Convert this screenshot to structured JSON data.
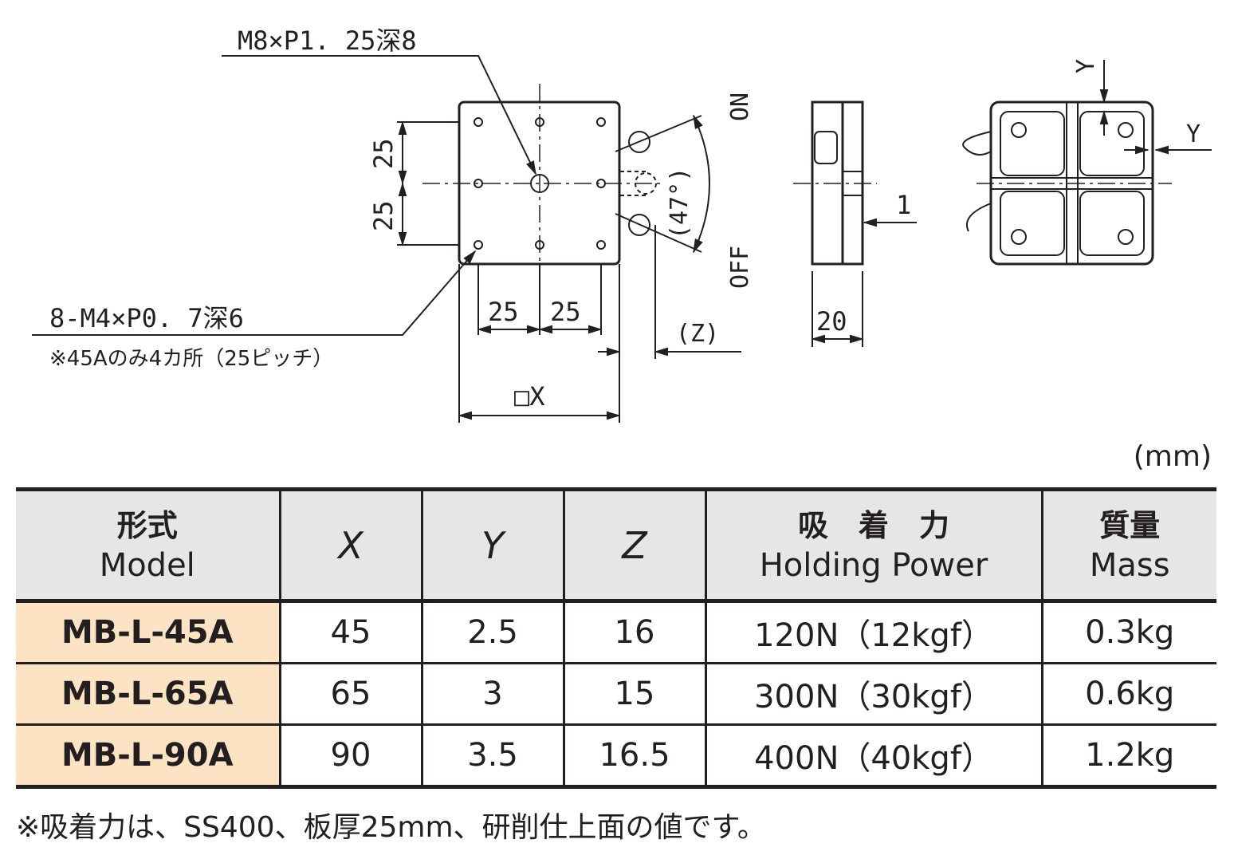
{
  "drawing": {
    "label_center_tap": "M8×P1. 25深8",
    "label_small_taps": "8-M4×P0. 7深6",
    "label_small_taps_note": "※45Aのみ4カ所（25ピッチ）",
    "dim_25_a": "25",
    "dim_25_b": "25",
    "dim_25_c": "25",
    "dim_25_d": "25",
    "dim_x": "□X",
    "dim_z": "(Z)",
    "dim_angle": "(47°)",
    "label_on": "ON",
    "label_off": "OFF",
    "dim_20": "20",
    "dim_1": "1",
    "dim_y_top": "Y",
    "dim_y_right": "Y"
  },
  "unit": "(mm)",
  "table": {
    "headers": {
      "model_jp": "形式",
      "model_en": "Model",
      "x": "X",
      "y": "Y",
      "z": "Z",
      "power_jp": "吸　着　力",
      "power_en": "Holding Power",
      "mass_jp": "質量",
      "mass_en": "Mass"
    },
    "rows": [
      {
        "model": "MB-L-45A",
        "x": "45",
        "y": "2.5",
        "z": "16",
        "power": "120N（12kgf）",
        "mass": "0.3kg"
      },
      {
        "model": "MB-L-65A",
        "x": "65",
        "y": "3",
        "z": "15",
        "power": "300N（30kgf）",
        "mass": "0.6kg"
      },
      {
        "model": "MB-L-90A",
        "x": "90",
        "y": "3.5",
        "z": "16.5",
        "power": "400N（40kgf）",
        "mass": "1.2kg"
      }
    ]
  },
  "note": "※吸着力は、SS400、板厚25mm、研削仕上面の値です。"
}
